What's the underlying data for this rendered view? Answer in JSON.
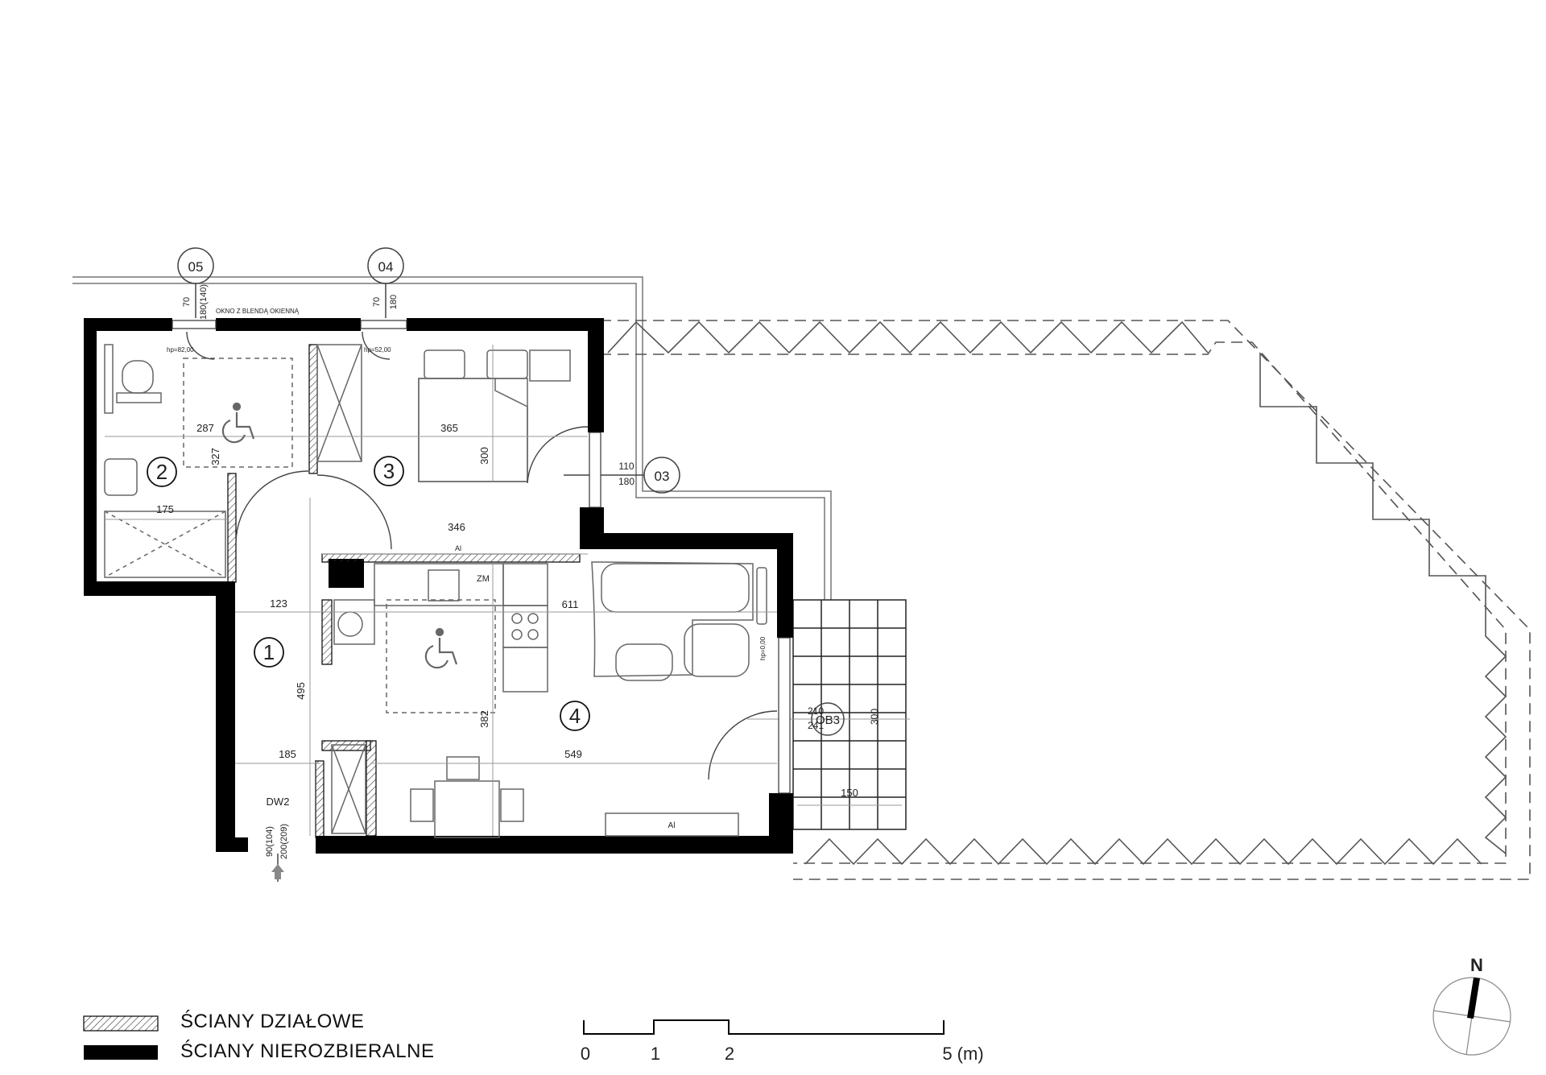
{
  "rooms": [
    {
      "number": "1",
      "dims": [
        "123",
        "495",
        "185"
      ]
    },
    {
      "number": "2",
      "dims": [
        "287",
        "327",
        "175"
      ]
    },
    {
      "number": "3",
      "dims": [
        "365",
        "300",
        "346"
      ]
    },
    {
      "number": "4",
      "dims": [
        "611",
        "382",
        "549"
      ]
    }
  ],
  "openings": [
    {
      "tag": "05",
      "width": "70",
      "height": "180(140)"
    },
    {
      "tag": "04",
      "width": "70",
      "height": "180"
    },
    {
      "tag": "03",
      "width": "110",
      "height": "180"
    },
    {
      "tag": "OB3",
      "width": "210",
      "height": "241"
    },
    {
      "tag": "DW2",
      "width": "90(104)",
      "height": "200(209)"
    }
  ],
  "annotations": {
    "window_note": "OKNO Z BLENDĄ OKIENNĄ",
    "fridge": "ZM",
    "terrace_length": "300",
    "terrace_width": "150",
    "sill_1": "hp=82,00",
    "sill_2": "hp=52,00",
    "sill_3": "hp=0,00",
    "vent": "Al",
    "tv": "Al"
  },
  "legend": {
    "partition_walls": "ŚCIANY DZIAŁOWE",
    "structural_walls": "ŚCIANY NIEROZBIERALNE"
  },
  "scale_bar": {
    "ticks": [
      "0",
      "1",
      "2",
      "5 (m)"
    ]
  },
  "north": "N",
  "colors": {
    "wall": "#000000",
    "line": "#333333",
    "dash": "#555555",
    "furniture": "#666666"
  }
}
